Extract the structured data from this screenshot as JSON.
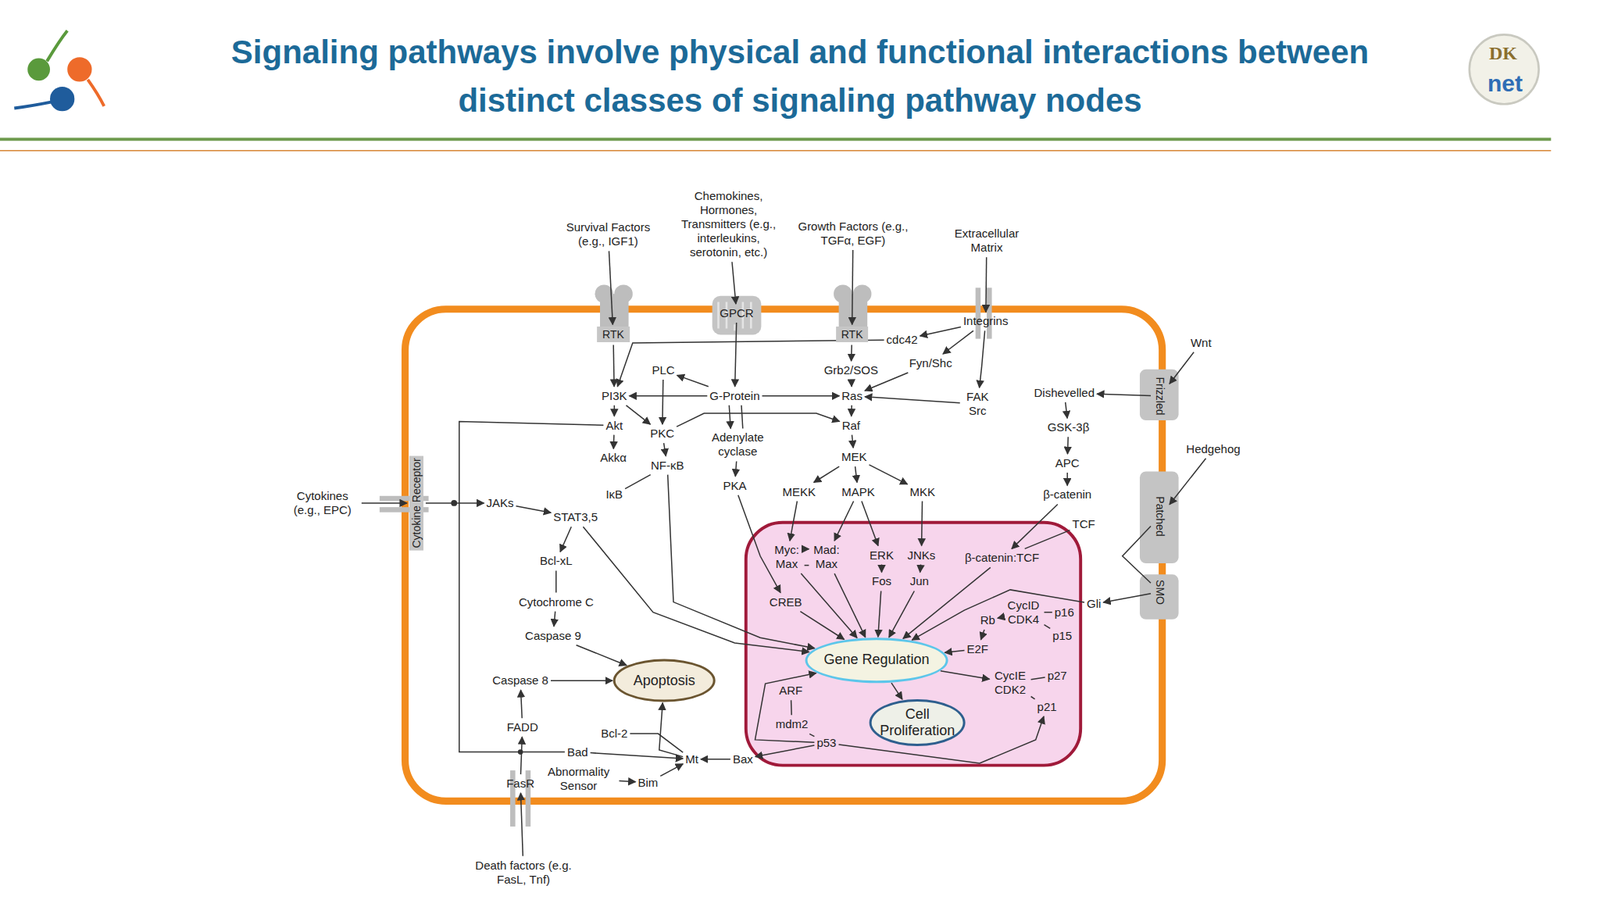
{
  "diagram": {
    "title": "Signaling pathways involve physical and functional interactions between distinct classes of signaling pathway nodes",
    "nodes": [
      {
        "text": [
          "Survival Factors (e.g., IGF1)"
        ]
      },
      {
        "text": [
          "Chemokines, Hormones, Transmitters (e.g., interleukins, serotonin, etc.)"
        ]
      },
      {
        "text": [
          "Growth Factors (e.g., TGFα, EGF)"
        ]
      },
      {
        "text": [
          "Extracellular Matrix"
        ]
      },
      {
        "text": [
          "Wnt"
        ]
      },
      {
        "text": [
          "Hedgehog"
        ]
      },
      {
        "text": [
          "Cytokines (e.g., EPC)"
        ]
      },
      {
        "text": [
          "Death factors (e.g. FasL, Tnf)"
        ]
      },
      {
        "text": [
          "RTK"
        ]
      },
      {
        "text": [
          "GPCR"
        ]
      },
      {
        "text": [
          "RTK"
        ]
      },
      {
        "text": [
          "Integrins"
        ]
      },
      {
        "text": [
          "Cytokine Receptor"
        ]
      },
      {
        "text": [
          "Frizzled"
        ]
      },
      {
        "text": [
          "Patched"
        ]
      },
      {
        "text": [
          "SMO"
        ]
      },
      {
        "text": [
          "FasR"
        ]
      },
      {
        "text": [
          "cdc42"
        ]
      },
      {
        "text": [
          "Fyn/Shc"
        ]
      },
      {
        "text": [
          "Grb2/SOS"
        ]
      },
      {
        "text": [
          "PLC"
        ]
      },
      {
        "text": [
          "PI3K"
        ]
      },
      {
        "text": [
          "G-Protein"
        ]
      },
      {
        "text": [
          "Ras"
        ]
      },
      {
        "text": [
          "FAK Src"
        ]
      },
      {
        "text": [
          "Akt"
        ]
      },
      {
        "text": [
          "PKC"
        ]
      },
      {
        "text": [
          "Adenylate cyclase"
        ]
      },
      {
        "text": [
          "Raf"
        ]
      },
      {
        "text": [
          "Akkα"
        ]
      },
      {
        "text": [
          "NF-κB"
        ]
      },
      {
        "text": [
          "MEK"
        ]
      },
      {
        "text": [
          "IκB"
        ]
      },
      {
        "text": [
          "PKA"
        ]
      },
      {
        "text": [
          "MEKK"
        ]
      },
      {
        "text": [
          "MAPK"
        ]
      },
      {
        "text": [
          "MKK"
        ]
      },
      {
        "text": [
          "JAKs"
        ]
      },
      {
        "text": [
          "STAT3,5"
        ]
      },
      {
        "text": [
          "Dishevelled"
        ]
      },
      {
        "text": [
          "GSK-3β"
        ]
      },
      {
        "text": [
          "APC"
        ]
      },
      {
        "text": [
          "β-catenin"
        ]
      },
      {
        "text": [
          "TCF"
        ]
      },
      {
        "text": [
          "Bcl-xL"
        ]
      },
      {
        "text": [
          "Cytochrome C"
        ]
      },
      {
        "text": [
          "Caspase 9"
        ]
      },
      {
        "text": [
          "Caspase 8"
        ]
      },
      {
        "text": [
          "Apoptosis"
        ]
      },
      {
        "text": [
          "FADD"
        ]
      },
      {
        "text": [
          "Bcl-2"
        ]
      },
      {
        "text": [
          "Bad"
        ]
      },
      {
        "text": [
          "Mt"
        ]
      },
      {
        "text": [
          "Bax"
        ]
      },
      {
        "text": [
          "Abnormality Sensor"
        ]
      },
      {
        "text": [
          "Bim"
        ]
      },
      {
        "text": [
          "Myc: Max"
        ]
      },
      {
        "text": [
          "Mad: Max"
        ]
      },
      {
        "text": [
          "ERK"
        ]
      },
      {
        "text": [
          "JNKs"
        ]
      },
      {
        "text": [
          "Fos"
        ]
      },
      {
        "text": [
          "Jun"
        ]
      },
      {
        "text": [
          "β-catenin:TCF"
        ]
      },
      {
        "text": [
          "CREB"
        ]
      },
      {
        "text": [
          "CycID CDK4"
        ]
      },
      {
        "text": [
          "Rb"
        ]
      },
      {
        "text": [
          "p16"
        ]
      },
      {
        "text": [
          "p15"
        ]
      },
      {
        "text": [
          "Gli"
        ]
      },
      {
        "text": [
          "E2F"
        ]
      },
      {
        "text": [
          "Gene Regulation"
        ]
      },
      {
        "text": [
          "CycIE CDK2"
        ]
      },
      {
        "text": [
          "p27"
        ]
      },
      {
        "text": [
          "p21"
        ]
      },
      {
        "text": [
          "ARF"
        ]
      },
      {
        "text": [
          "mdm2"
        ]
      },
      {
        "text": [
          "p53"
        ]
      },
      {
        "text": [
          "Cell Proliferation"
        ]
      }
    ],
    "edges": [
      {
        "from": 0,
        "to": 8,
        "arrow": "to"
      },
      {
        "from": 1,
        "to": 9,
        "arrow": "to"
      },
      {
        "from": 2,
        "to": 10,
        "arrow": "to"
      },
      {
        "from": 3,
        "to": 11,
        "arrow": "to"
      },
      {
        "from": 4,
        "to": 13,
        "arrow": "to"
      },
      {
        "from": 5,
        "to": 14,
        "arrow": "to"
      },
      {
        "from": 6,
        "to": 12,
        "arrow": "to"
      },
      {
        "from": 7,
        "to": 16,
        "arrow": "to"
      },
      {
        "from": 8,
        "to": 21,
        "arrow": "to"
      },
      {
        "from": 9,
        "to": 22,
        "arrow": "to"
      },
      {
        "from": 10,
        "to": 19,
        "arrow": "to"
      },
      {
        "from": 17,
        "to": 21,
        "arrow": "to"
      },
      {
        "from": 11,
        "to": 17,
        "arrow": "to"
      },
      {
        "from": 11,
        "to": 18,
        "arrow": "to"
      },
      {
        "from": 11,
        "to": 24,
        "arrow": "to"
      },
      {
        "from": 18,
        "to": 23,
        "arrow": "to"
      },
      {
        "from": 19,
        "to": 23,
        "arrow": "to"
      },
      {
        "from": 24,
        "to": 23,
        "arrow": "to"
      },
      {
        "from": 22,
        "to": 20,
        "arrow": "to"
      },
      {
        "from": 22,
        "to": 21,
        "arrow": "to"
      },
      {
        "from": 22,
        "to": 23,
        "arrow": "to"
      },
      {
        "from": 22,
        "to": 27,
        "arrow": "to"
      },
      {
        "from": 22,
        "to": 27,
        "arrow": "none"
      },
      {
        "from": 20,
        "to": 26,
        "arrow": "to"
      },
      {
        "from": 21,
        "to": 26,
        "arrow": "to"
      },
      {
        "from": 21,
        "to": 25,
        "arrow": "to"
      },
      {
        "from": 25,
        "to": 29,
        "arrow": "to"
      },
      {
        "from": 26,
        "to": 30,
        "arrow": "to"
      },
      {
        "from": 26,
        "to": 28,
        "arrow": "to"
      },
      {
        "from": 23,
        "to": 28,
        "arrow": "to"
      },
      {
        "from": 28,
        "to": 31,
        "arrow": "to"
      },
      {
        "from": 31,
        "to": 34,
        "arrow": "to"
      },
      {
        "from": 31,
        "to": 35,
        "arrow": "to"
      },
      {
        "from": 31,
        "to": 36,
        "arrow": "to"
      },
      {
        "from": 27,
        "to": 33,
        "arrow": "to"
      },
      {
        "from": 33,
        "to": 63,
        "arrow": "to"
      },
      {
        "from": 32,
        "to": 30,
        "arrow": "none"
      },
      {
        "from": 30,
        "to": 70,
        "arrow": "to"
      },
      {
        "from": 25,
        "to": 51,
        "arrow": "none"
      },
      {
        "from": 12,
        "to": 37,
        "arrow": "to"
      },
      {
        "from": 37,
        "to": 38,
        "arrow": "to"
      },
      {
        "from": 38,
        "to": 44,
        "arrow": "to"
      },
      {
        "from": 38,
        "to": 70,
        "arrow": "to"
      },
      {
        "from": 44,
        "to": 45,
        "arrow": "none"
      },
      {
        "from": 45,
        "to": 46,
        "arrow": "to"
      },
      {
        "from": 46,
        "to": 48,
        "arrow": "to"
      },
      {
        "from": 47,
        "to": 48,
        "arrow": "to"
      },
      {
        "from": 49,
        "to": 47,
        "arrow": "to"
      },
      {
        "from": 16,
        "to": 49,
        "arrow": "to"
      },
      {
        "from": 50,
        "to": 52,
        "arrow": "none"
      },
      {
        "from": 51,
        "to": 52,
        "arrow": "to"
      },
      {
        "from": 54,
        "to": 55,
        "arrow": "to"
      },
      {
        "from": 55,
        "to": 52,
        "arrow": "to"
      },
      {
        "from": 52,
        "to": 48,
        "arrow": "to"
      },
      {
        "from": 53,
        "to": 52,
        "arrow": "to"
      },
      {
        "from": 76,
        "to": 53,
        "arrow": "to"
      },
      {
        "from": 13,
        "to": 39,
        "arrow": "to"
      },
      {
        "from": 39,
        "to": 40,
        "arrow": "to"
      },
      {
        "from": 40,
        "to": 41,
        "arrow": "to"
      },
      {
        "from": 41,
        "to": 42,
        "arrow": "to"
      },
      {
        "from": 42,
        "to": 62,
        "arrow": "to"
      },
      {
        "from": 43,
        "to": 62,
        "arrow": "none"
      },
      {
        "from": 34,
        "to": 56,
        "arrow": "to"
      },
      {
        "from": 35,
        "to": 57,
        "arrow": "to"
      },
      {
        "from": 35,
        "to": 58,
        "arrow": "to"
      },
      {
        "from": 36,
        "to": 59,
        "arrow": "to"
      },
      {
        "from": 58,
        "to": 60,
        "arrow": "to"
      },
      {
        "from": 59,
        "to": 61,
        "arrow": "to"
      },
      {
        "from": 56,
        "to": 57,
        "arrow": "to"
      },
      {
        "from": 57,
        "to": 56,
        "arrow": "none"
      },
      {
        "from": 56,
        "to": 70,
        "arrow": "to"
      },
      {
        "from": 57,
        "to": 70,
        "arrow": "to"
      },
      {
        "from": 60,
        "to": 70,
        "arrow": "to"
      },
      {
        "from": 61,
        "to": 70,
        "arrow": "to"
      },
      {
        "from": 62,
        "to": 70,
        "arrow": "to"
      },
      {
        "from": 63,
        "to": 70,
        "arrow": "to"
      },
      {
        "from": 68,
        "to": 70,
        "arrow": "to"
      },
      {
        "from": 69,
        "to": 70,
        "arrow": "to"
      },
      {
        "from": 14,
        "to": 15,
        "arrow": "none"
      },
      {
        "from": 15,
        "to": 68,
        "arrow": "to"
      },
      {
        "from": 64,
        "to": 65,
        "arrow": "to"
      },
      {
        "from": 65,
        "to": 69,
        "arrow": "to"
      },
      {
        "from": 66,
        "to": 64,
        "arrow": "none"
      },
      {
        "from": 67,
        "to": 64,
        "arrow": "none"
      },
      {
        "from": 70,
        "to": 71,
        "arrow": "to"
      },
      {
        "from": 72,
        "to": 71,
        "arrow": "none"
      },
      {
        "from": 73,
        "to": 71,
        "arrow": "none"
      },
      {
        "from": 70,
        "to": 77,
        "arrow": "to"
      },
      {
        "from": 74,
        "to": 75,
        "arrow": "none"
      },
      {
        "from": 75,
        "to": 76,
        "arrow": "none"
      },
      {
        "from": 76,
        "to": 73,
        "arrow": "to"
      },
      {
        "from": 76,
        "to": 70,
        "arrow": "to"
      }
    ],
    "labels": [
      "DK",
      "net"
    ]
  }
}
